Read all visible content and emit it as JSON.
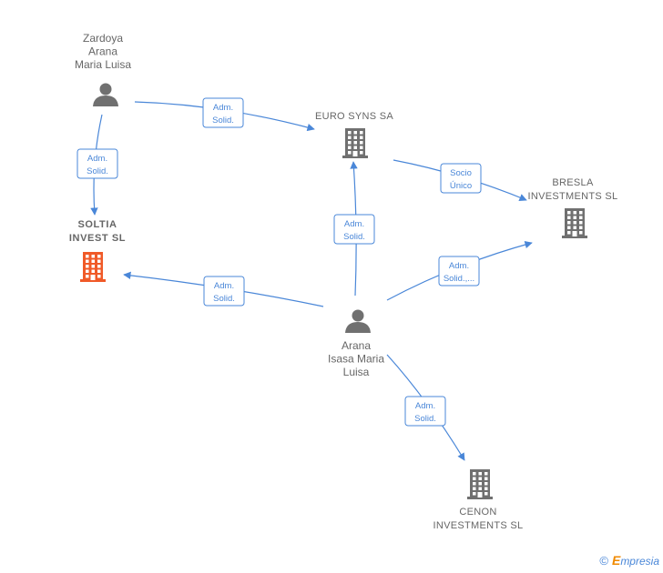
{
  "nodes": {
    "zardoya": {
      "type": "person",
      "lines": [
        "Zardoya",
        "Arana",
        "Maria Luisa"
      ]
    },
    "arana_isasa": {
      "type": "person",
      "lines": [
        "Arana",
        "Isasa Maria",
        "Luisa"
      ]
    },
    "euro_syns": {
      "type": "company",
      "lines": [
        "EURO SYNS SA"
      ],
      "color": "#707070"
    },
    "bresla": {
      "type": "company",
      "lines": [
        "BRESLA",
        "INVESTMENTS SL"
      ],
      "color": "#707070"
    },
    "soltia": {
      "type": "company",
      "lines": [
        "SOLTIA",
        "INVEST  SL"
      ],
      "color": "#f05a28",
      "main": true
    },
    "cenon": {
      "type": "company",
      "lines": [
        "CENON",
        "INVESTMENTS SL"
      ],
      "color": "#707070"
    }
  },
  "edges": [
    {
      "from": "zardoya",
      "to": "euro_syns",
      "label": [
        "Adm.",
        "Solid."
      ]
    },
    {
      "from": "zardoya",
      "to": "soltia",
      "label": [
        "Adm.",
        "Solid."
      ]
    },
    {
      "from": "euro_syns",
      "to": "bresla",
      "label": [
        "Socio",
        "Único"
      ]
    },
    {
      "from": "arana_isasa",
      "to": "euro_syns",
      "label": [
        "Adm.",
        "Solid."
      ]
    },
    {
      "from": "arana_isasa",
      "to": "bresla",
      "label": [
        "Adm.",
        "Solid.,..."
      ]
    },
    {
      "from": "arana_isasa",
      "to": "soltia",
      "label": [
        "Adm.",
        "Solid."
      ]
    },
    {
      "from": "arana_isasa",
      "to": "cenon",
      "label": [
        "Adm.",
        "Solid."
      ]
    }
  ],
  "colors": {
    "edge": "#4a87d8",
    "person_icon": "#707070",
    "main_company": "#f05a28",
    "company": "#707070"
  },
  "footer": {
    "copyright": "©",
    "brand_initial": "E",
    "brand_rest": "mpresia"
  }
}
